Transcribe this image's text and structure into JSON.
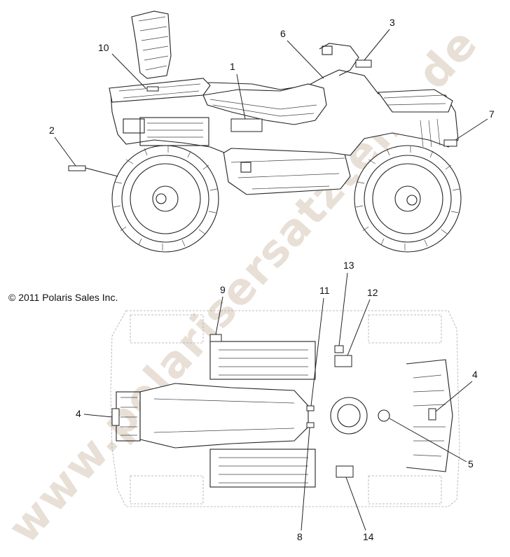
{
  "copyright": "© 2011 Polaris Sales Inc.",
  "watermark": "www.polarisersatzteile.de",
  "callouts": {
    "c1": "1",
    "c2": "2",
    "c3": "3",
    "c4a": "4",
    "c4b": "4",
    "c5": "5",
    "c6": "6",
    "c7": "7",
    "c8": "8",
    "c9": "9",
    "c10": "10",
    "c11": "11",
    "c12": "12",
    "c13": "13",
    "c14": "14"
  }
}
